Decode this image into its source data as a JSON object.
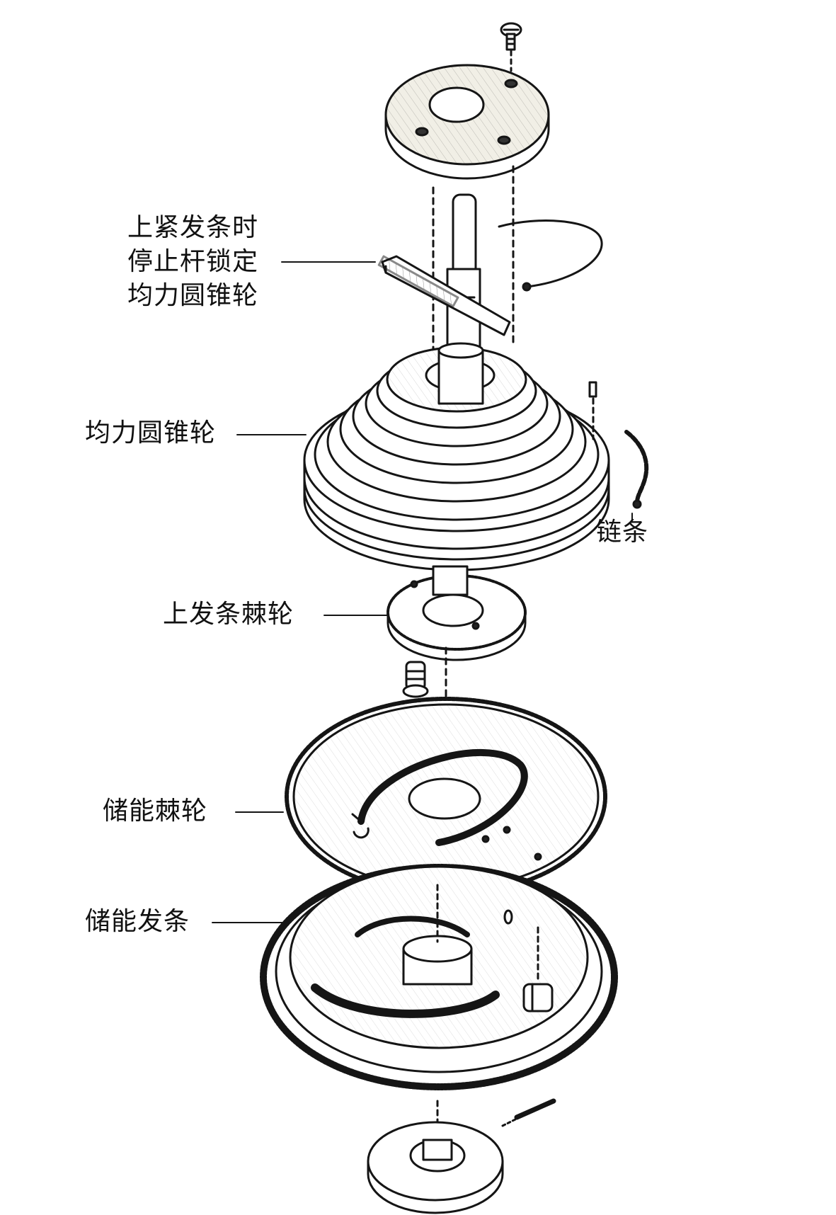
{
  "labels": {
    "fusee_stop_lines": [
      "上紧发条时",
      "停止杆锁定",
      "均力圆锥轮"
    ],
    "fusee": "均力圆锥轮",
    "chain": "链条",
    "winding_ratchet": "上发条棘轮",
    "maintaining_ratchet": "储能棘轮",
    "maintaining_spring": "储能发条"
  },
  "colors": {
    "ink": "#151515",
    "paper": "#ffffff",
    "tint": "#f1efe6"
  }
}
